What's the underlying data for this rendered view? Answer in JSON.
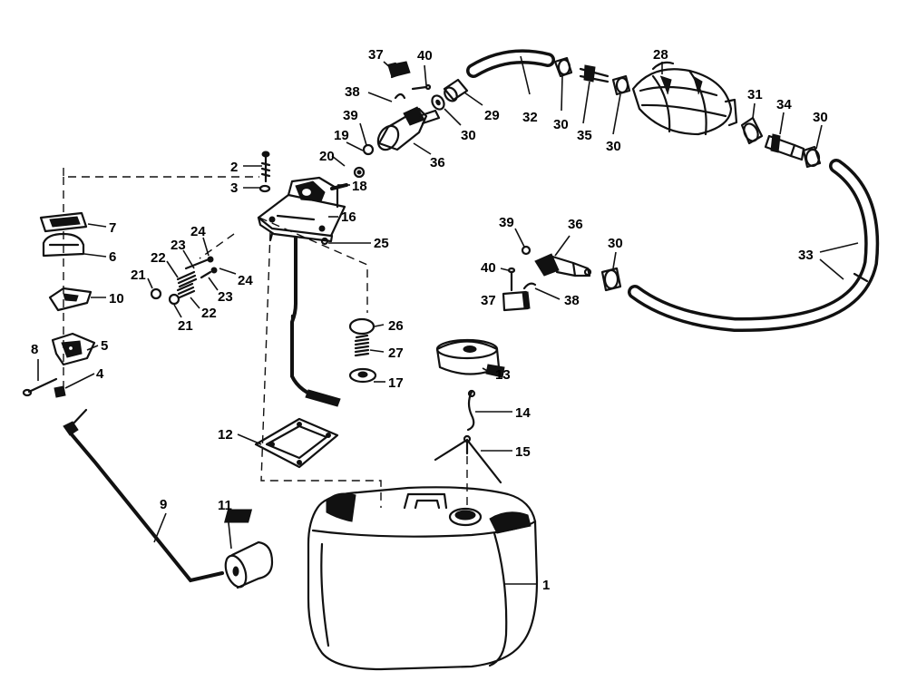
{
  "labels": [
    {
      "id": "1",
      "text": "1"
    },
    {
      "id": "2",
      "text": "2"
    },
    {
      "id": "3",
      "text": "3"
    },
    {
      "id": "4",
      "text": "4"
    },
    {
      "id": "5",
      "text": "5"
    },
    {
      "id": "6",
      "text": "6"
    },
    {
      "id": "7",
      "text": "7"
    },
    {
      "id": "8",
      "text": "8"
    },
    {
      "id": "9",
      "text": "9"
    },
    {
      "id": "10",
      "text": "10"
    },
    {
      "id": "11",
      "text": "11"
    },
    {
      "id": "12",
      "text": "12"
    },
    {
      "id": "13",
      "text": "13"
    },
    {
      "id": "14",
      "text": "14"
    },
    {
      "id": "15",
      "text": "15"
    },
    {
      "id": "16",
      "text": "16"
    },
    {
      "id": "17",
      "text": "17"
    },
    {
      "id": "18",
      "text": "18"
    },
    {
      "id": "19",
      "text": "19"
    },
    {
      "id": "20",
      "text": "20"
    },
    {
      "id": "21a",
      "text": "21"
    },
    {
      "id": "21b",
      "text": "21"
    },
    {
      "id": "22a",
      "text": "22"
    },
    {
      "id": "22b",
      "text": "22"
    },
    {
      "id": "23a",
      "text": "23"
    },
    {
      "id": "23b",
      "text": "23"
    },
    {
      "id": "24a",
      "text": "24"
    },
    {
      "id": "24b",
      "text": "24"
    },
    {
      "id": "25",
      "text": "25"
    },
    {
      "id": "26",
      "text": "26"
    },
    {
      "id": "27",
      "text": "27"
    },
    {
      "id": "28",
      "text": "28"
    },
    {
      "id": "29",
      "text": "29"
    },
    {
      "id": "30a",
      "text": "30"
    },
    {
      "id": "30b",
      "text": "30"
    },
    {
      "id": "30c",
      "text": "30"
    },
    {
      "id": "30d",
      "text": "30"
    },
    {
      "id": "30e",
      "text": "30"
    },
    {
      "id": "31",
      "text": "31"
    },
    {
      "id": "32",
      "text": "32"
    },
    {
      "id": "33",
      "text": "33"
    },
    {
      "id": "34",
      "text": "34"
    },
    {
      "id": "35",
      "text": "35"
    },
    {
      "id": "36a",
      "text": "36"
    },
    {
      "id": "36b",
      "text": "36"
    },
    {
      "id": "37a",
      "text": "37"
    },
    {
      "id": "37b",
      "text": "37"
    },
    {
      "id": "38a",
      "text": "38"
    },
    {
      "id": "38b",
      "text": "38"
    },
    {
      "id": "39a",
      "text": "39"
    },
    {
      "id": "39b",
      "text": "39"
    },
    {
      "id": "40a",
      "text": "40"
    },
    {
      "id": "40b",
      "text": "40"
    }
  ]
}
